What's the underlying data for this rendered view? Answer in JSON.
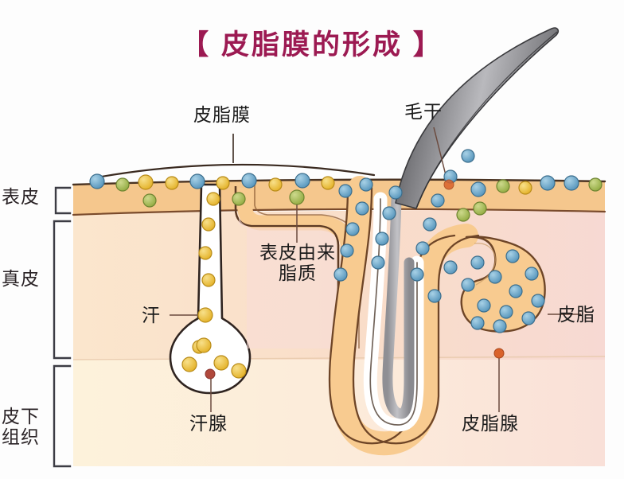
{
  "title": "【 皮脂膜的形成 】",
  "title_color": "#9c1a52",
  "layers": [
    {
      "id": "epidermis",
      "label": "表皮",
      "fill": "#f5c78d"
    },
    {
      "id": "dermis",
      "label": "真皮",
      "fill": "#fbe5cc"
    },
    {
      "id": "subcutaneous",
      "label": "皮下\n组织",
      "label_line1": "皮下",
      "label_line2": "组织",
      "fill": "#fdf0da"
    }
  ],
  "callouts": [
    {
      "id": "sebum-film",
      "label": "皮脂膜"
    },
    {
      "id": "hair-shaft",
      "label": "毛干"
    },
    {
      "id": "epidermal-lipids",
      "label_line1": "表皮由来",
      "label_line2": "脂质"
    },
    {
      "id": "sweat",
      "label": "汗"
    },
    {
      "id": "sweat-gland",
      "label": "汗腺"
    },
    {
      "id": "sebum",
      "label": "皮脂"
    },
    {
      "id": "sebaceous-gland",
      "label": "皮脂腺"
    }
  ],
  "colors": {
    "epidermis_fill": "#f5c78d",
    "dermis_fill": "#fbe4cf",
    "dermis_fill_right": "#f8dcd4",
    "subcutaneous_fill": "#fdf1da",
    "follicle_fill": "#f8cb90",
    "outline": "#4a2f22",
    "hair_dark": "#3e3e40",
    "hair_light": "#c9c9cb",
    "dot_blue": "#62a4c9",
    "dot_yellow": "#eec22e",
    "dot_green": "#9fb84a",
    "dot_orange": "#d9622a",
    "dot_darkred": "#b0483c",
    "leader": "#6b4a3e",
    "bracket": "#3c3c44"
  },
  "dot_legend": {
    "blue": "皮脂",
    "yellow": "汗",
    "green": "表皮由来脂质",
    "orange": "皮脂腺",
    "darkred": "汗腺"
  }
}
